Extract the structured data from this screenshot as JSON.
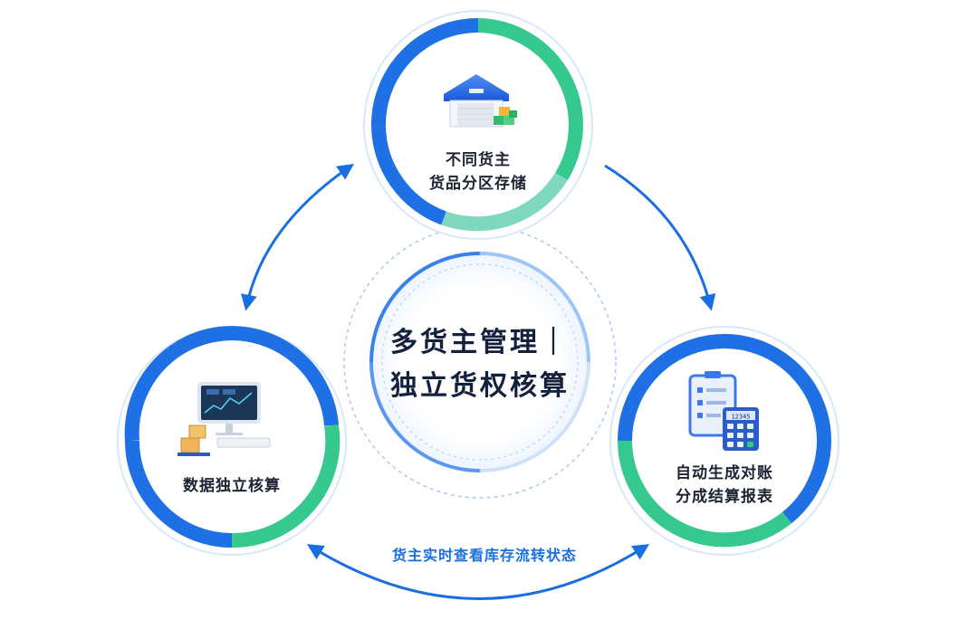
{
  "center": {
    "title_line1": "多货主管理｜",
    "title_line2": "独立货权核算"
  },
  "nodes": {
    "top": {
      "line1": "不同货主",
      "line2": "货品分区存储",
      "icon": "warehouse-icon"
    },
    "left": {
      "line1": "数据独立核算",
      "icon": "computer-with-boxes-icon"
    },
    "right": {
      "line1": "自动生成对账",
      "line2": "分成结算报表",
      "icon": "clipboard-calculator-icon",
      "calculator_display": "12345"
    }
  },
  "caption": "货主实时查看库存流转状态",
  "colors": {
    "blue": "#1f6fe5",
    "green": "#35c98f",
    "light_blue": "#9cc5f5",
    "arrow": "#1a6fe0",
    "title": "#14213d"
  }
}
